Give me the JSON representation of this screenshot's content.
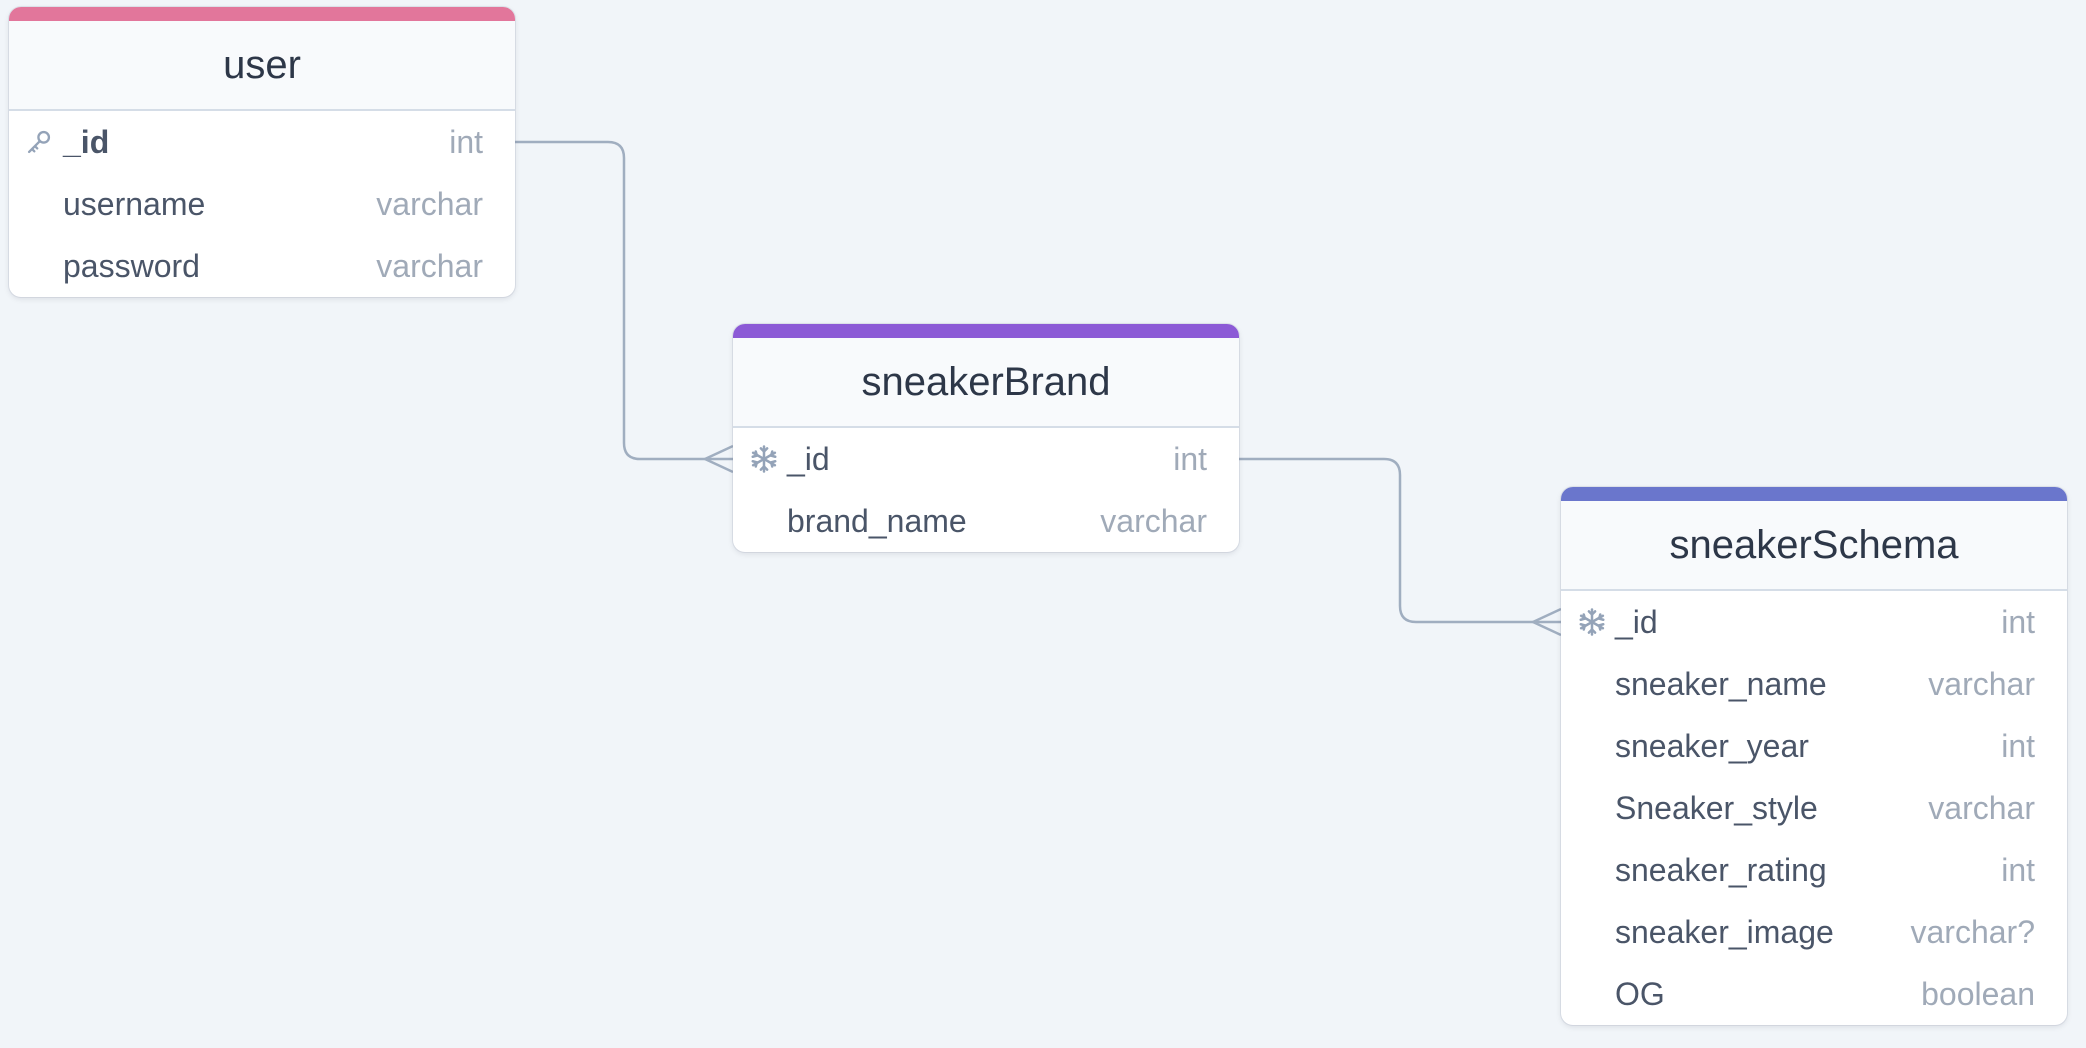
{
  "diagram": {
    "tables": [
      {
        "name": "user",
        "accent_color": "#e2769b",
        "fields": [
          {
            "name": "_id",
            "type": "int",
            "icon": "key-icon",
            "primary": true
          },
          {
            "name": "username",
            "type": "varchar",
            "icon": "",
            "primary": false
          },
          {
            "name": "password",
            "type": "varchar",
            "icon": "",
            "primary": false
          }
        ]
      },
      {
        "name": "sneakerBrand",
        "accent_color": "#8c5ad6",
        "fields": [
          {
            "name": "_id",
            "type": "int",
            "icon": "snowflake-icon",
            "primary": false
          },
          {
            "name": "brand_name",
            "type": "varchar",
            "icon": "",
            "primary": false
          }
        ]
      },
      {
        "name": "sneakerSchema",
        "accent_color": "#6a76cc",
        "fields": [
          {
            "name": "_id",
            "type": "int",
            "icon": "snowflake-icon",
            "primary": false
          },
          {
            "name": "sneaker_name",
            "type": "varchar",
            "icon": "",
            "primary": false
          },
          {
            "name": "sneaker_year",
            "type": "int",
            "icon": "",
            "primary": false
          },
          {
            "name": "Sneaker_style",
            "type": "varchar",
            "icon": "",
            "primary": false
          },
          {
            "name": "sneaker_rating",
            "type": "int",
            "icon": "",
            "primary": false
          },
          {
            "name": "sneaker_image",
            "type": "varchar?",
            "icon": "",
            "primary": false
          },
          {
            "name": "OG",
            "type": "boolean",
            "icon": "",
            "primary": false
          }
        ]
      }
    ],
    "relationships": [
      {
        "from_table": "user",
        "from_field": "_id",
        "to_table": "sneakerBrand",
        "to_field": "_id",
        "cardinality": "one-to-many"
      },
      {
        "from_table": "sneakerBrand",
        "from_field": "_id",
        "to_table": "sneakerSchema",
        "to_field": "_id",
        "cardinality": "one-to-many"
      }
    ],
    "line_color": "#a0aec0"
  }
}
